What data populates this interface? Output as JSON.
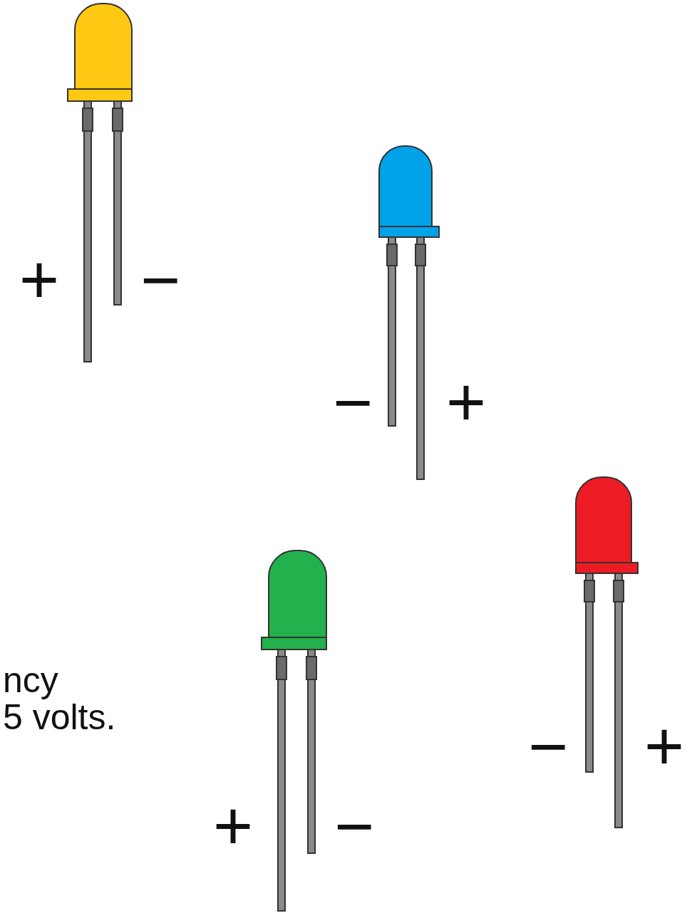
{
  "diagram": {
    "labels": [
      "+",
      "−",
      "−",
      "+",
      "−",
      "+",
      "+",
      "−",
      "ncy",
      "5 volts."
    ]
  }
}
